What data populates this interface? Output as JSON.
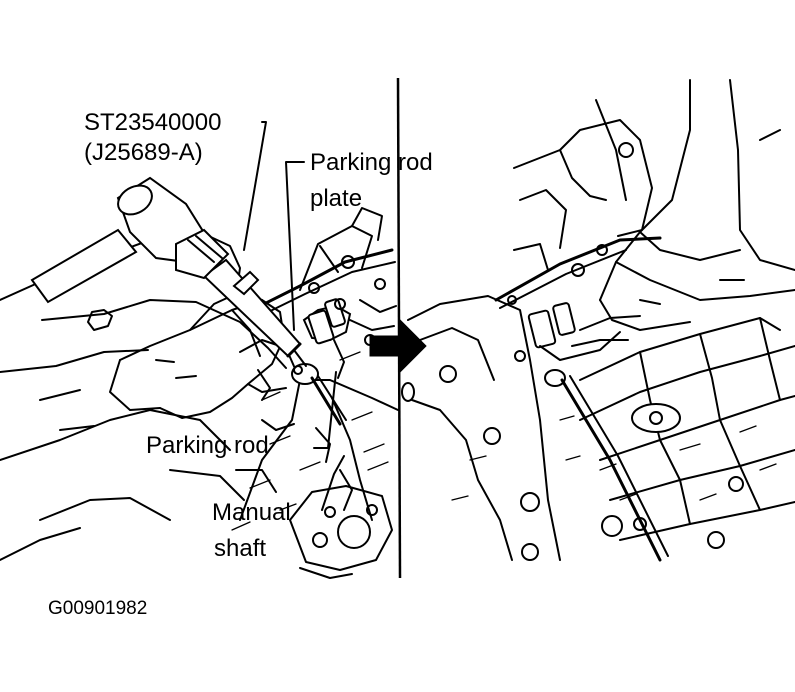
{
  "labels": {
    "tool_number": "ST23540000",
    "tool_alt_number": "(J25689-A)",
    "parking_rod_plate_line1": "Parking rod",
    "parking_rod_plate_line2": "plate",
    "parking_rod": "Parking rod",
    "manual_shaft_line1": "Manual",
    "manual_shaft_line2": "shaft"
  },
  "figure_id": "G00901982",
  "icons": {
    "transition_arrow": "right-arrow-icon",
    "hammer": "hammer-icon",
    "punch_tool": "punch-tool-icon"
  },
  "colors": {
    "ink": "#000000",
    "paper": "#ffffff"
  }
}
